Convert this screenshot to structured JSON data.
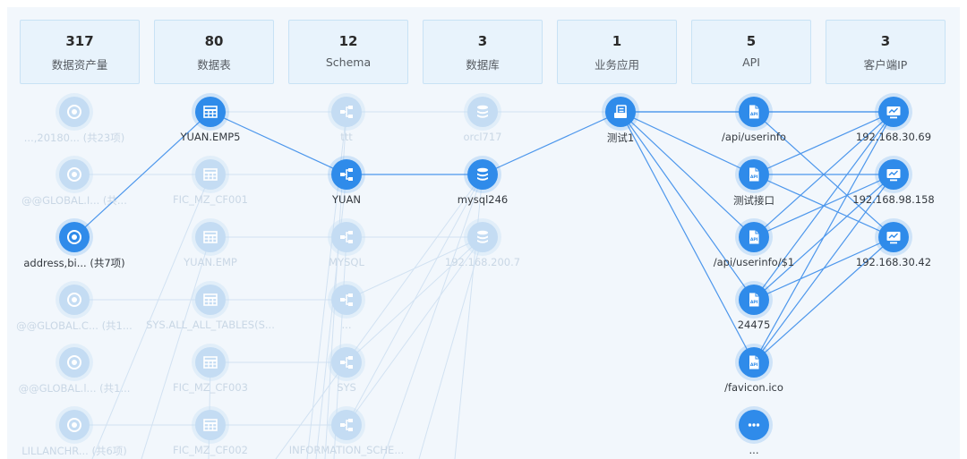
{
  "stats": [
    {
      "count": "317",
      "label": "数据资产量"
    },
    {
      "count": "80",
      "label": "数据表"
    },
    {
      "count": "12",
      "label": "Schema"
    },
    {
      "count": "3",
      "label": "数据库"
    },
    {
      "count": "1",
      "label": "业务应用"
    },
    {
      "count": "5",
      "label": "API"
    },
    {
      "count": "3",
      "label": "客户端IP"
    }
  ],
  "colors": {
    "node_active": "#2f8bea",
    "node_faded": "#c4dcf3",
    "edge_active": "#4d97ec",
    "edge_faded": "#d2e2f2",
    "card_bg": "#e8f3fc",
    "canvas_bg": "#f2f7fc"
  },
  "assets": [
    {
      "label": "...,20180... (共23项)",
      "icon": "asset-icon",
      "active": false
    },
    {
      "label": "@@GLOBAL.I... (共...",
      "icon": "asset-icon",
      "active": false
    },
    {
      "label": "address,bi... (共7项)",
      "icon": "asset-icon",
      "active": true
    },
    {
      "label": "@@GLOBAL.C... (共1...",
      "icon": "asset-icon",
      "active": false
    },
    {
      "label": "@@GLOBAL.l... (共1...",
      "icon": "asset-icon",
      "active": false
    },
    {
      "label": "LILLANCHR... (共6项)",
      "icon": "asset-icon",
      "active": false
    }
  ],
  "tables": [
    {
      "label": "YUAN.EMP5",
      "icon": "table-icon",
      "active": true
    },
    {
      "label": "FIC_MZ_CF001",
      "icon": "table-icon",
      "active": false
    },
    {
      "label": "YUAN.EMP",
      "icon": "table-icon",
      "active": false
    },
    {
      "label": "SYS.ALL_ALL_TABLES(S...",
      "icon": "table-icon",
      "active": false
    },
    {
      "label": "FIC_MZ_CF003",
      "icon": "table-icon",
      "active": false
    },
    {
      "label": "FIC_MZ_CF002",
      "icon": "table-icon",
      "active": false
    }
  ],
  "schemas": [
    {
      "label": "ttt",
      "icon": "schema-icon",
      "active": false
    },
    {
      "label": "YUAN",
      "icon": "schema-icon",
      "active": true
    },
    {
      "label": "MYSQL",
      "icon": "schema-icon",
      "active": false
    },
    {
      "label": "...",
      "icon": "schema-icon",
      "active": false
    },
    {
      "label": "SYS",
      "icon": "schema-icon",
      "active": false
    },
    {
      "label": "INFORMATION_SCHE...",
      "icon": "schema-icon",
      "active": false
    }
  ],
  "databases": [
    {
      "label": "orcl717",
      "icon": "database-icon",
      "active": false
    },
    {
      "label": "mysql246",
      "icon": "database-icon",
      "active": true
    },
    {
      "label": "192.168.200.7",
      "icon": "database-icon",
      "active": false
    }
  ],
  "apps": [
    {
      "label": "测试1",
      "icon": "app-icon",
      "active": true
    }
  ],
  "apis": [
    {
      "label": "/api/userinfo",
      "icon": "api-icon",
      "active": true
    },
    {
      "label": "测试接口",
      "icon": "api-icon",
      "active": true
    },
    {
      "label": "/api/userinfo/$1",
      "icon": "api-icon",
      "active": true
    },
    {
      "label": "24475",
      "icon": "api-icon",
      "active": true
    },
    {
      "label": "/favicon.ico",
      "icon": "api-icon",
      "active": true
    },
    {
      "label": "...",
      "icon": "more-icon",
      "active": true
    }
  ],
  "ips": [
    {
      "label": "192.168.30.69",
      "icon": "monitor-icon",
      "active": true
    },
    {
      "label": "192.168.98.158",
      "icon": "monitor-icon",
      "active": true
    },
    {
      "label": "192.168.30.42",
      "icon": "monitor-icon",
      "active": true
    }
  ]
}
